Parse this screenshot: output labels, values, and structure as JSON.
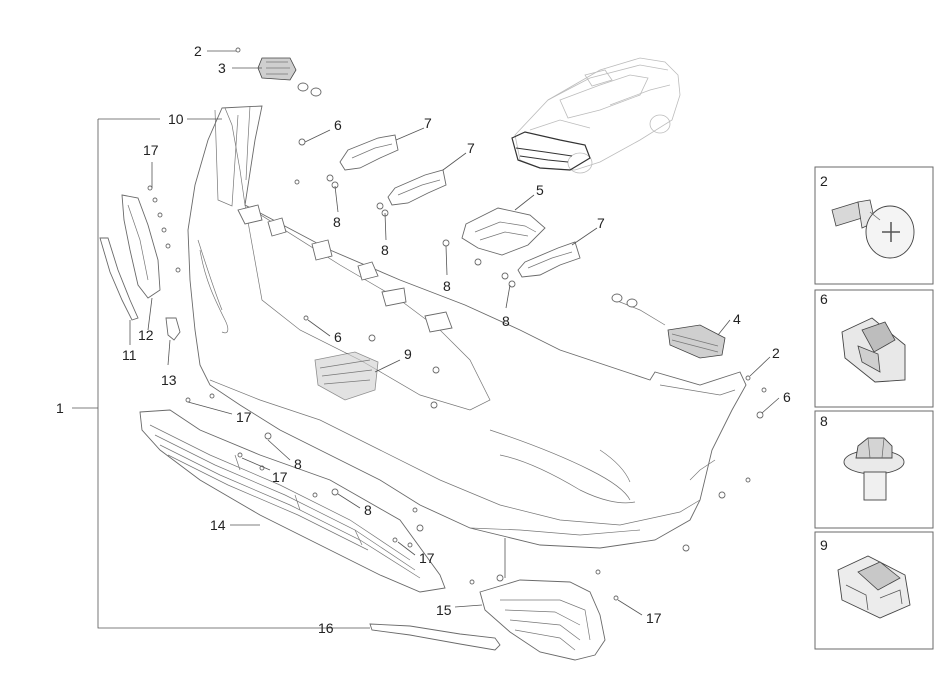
{
  "callouts": {
    "c1": "1",
    "c2a": "2",
    "c3": "3",
    "c10": "10",
    "c6a": "6",
    "c7a": "7",
    "c17a": "17",
    "c7b": "7",
    "c5": "5",
    "c7c": "7",
    "c8a": "8",
    "c8b": "8",
    "c8c": "8",
    "c8d": "8",
    "c4": "4",
    "c2b": "2",
    "c6b": "6",
    "c9": "9",
    "c6c": "6",
    "c11": "11",
    "c12": "12",
    "c13": "13",
    "c17b": "17",
    "c8e": "8",
    "c17c": "17",
    "c8f": "8",
    "c14": "14",
    "c17d": "17",
    "c15": "15",
    "c17e": "17",
    "c16": "16"
  },
  "side_panels": [
    {
      "label": "2",
      "icon": "push-rivet-icon"
    },
    {
      "label": "6",
      "icon": "clip-nut-icon"
    },
    {
      "label": "8",
      "icon": "flange-bolt-icon"
    },
    {
      "label": "9",
      "icon": "bracket-clip-icon"
    }
  ]
}
